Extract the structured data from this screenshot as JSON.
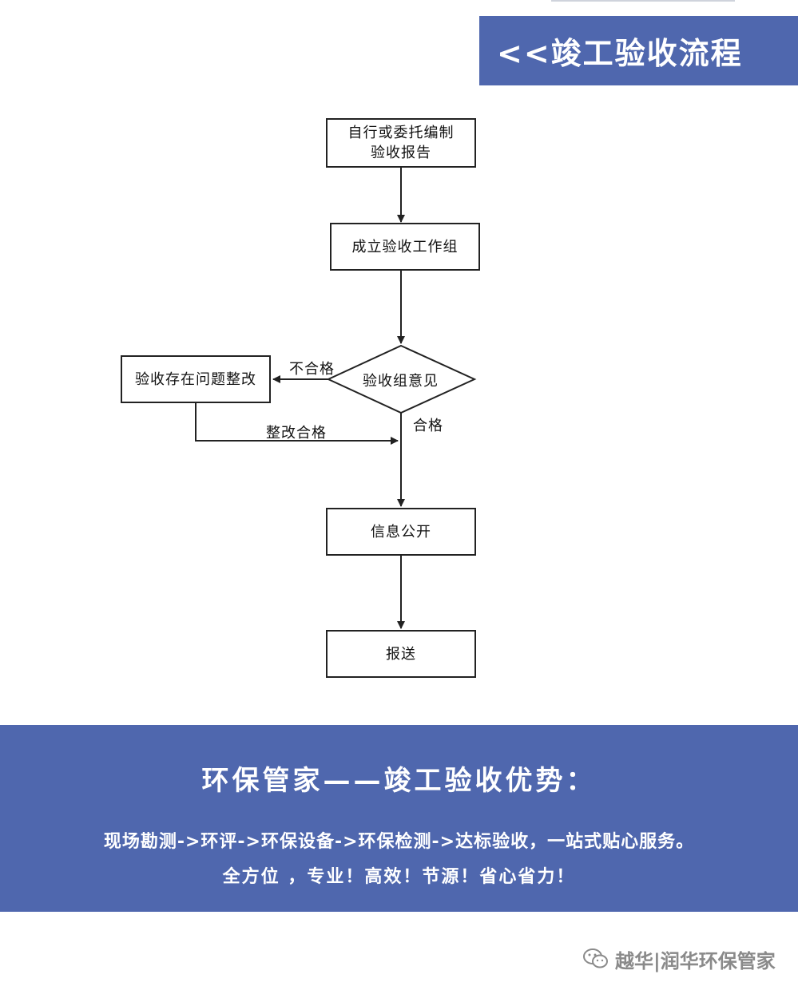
{
  "header": {
    "title": "<<竣工验收流程"
  },
  "flow": {
    "step1": "自行或委托编制\n验收报告",
    "step2": "成立验收工作组",
    "decision": "验收组意见",
    "reject_box": "验收存在问题整改",
    "reject_label": "不合格",
    "fixed_label": "整改合格",
    "pass_label": "合格",
    "step4": "信息公开",
    "step5": "报送"
  },
  "banner": {
    "heading": "环保管家——竣工验收优势：",
    "line1": "现场勘测->环评->环保设备->环保检测->达标验收，一站式贴心服务。",
    "line2": "全方位 ，专业！高效！节源！省心省力！"
  },
  "watermark": {
    "text": "越华|润华环保管家",
    "icon": "wechat-icon"
  },
  "colors": {
    "accent": "#4f67ae",
    "line": "#222222",
    "watermark": "#8a8a8a"
  }
}
